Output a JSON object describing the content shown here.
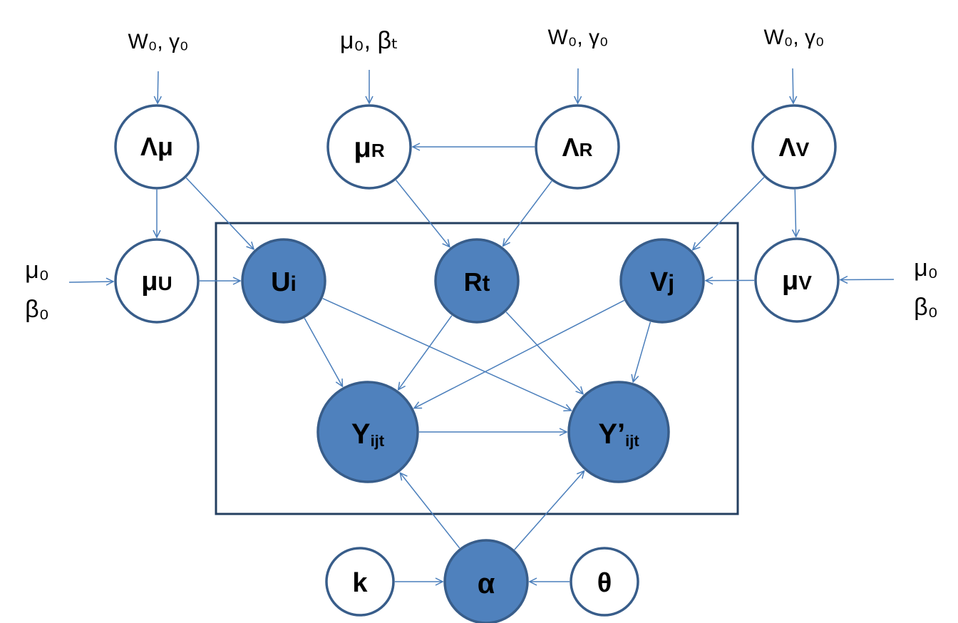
{
  "diagram": {
    "nodes": [
      {
        "id": "lambda_mu",
        "main": "Λμ",
        "sub": "",
        "observed": false
      },
      {
        "id": "mu_r",
        "main": "μ",
        "sub": "R",
        "observed": false
      },
      {
        "id": "lambda_r",
        "main": "Λ",
        "sub": "R",
        "observed": false
      },
      {
        "id": "lambda_v",
        "main": "Λ",
        "sub": "V",
        "observed": false
      },
      {
        "id": "mu_u",
        "main": "μ",
        "sub": "U",
        "observed": false
      },
      {
        "id": "u_i",
        "main": "U",
        "sub": "i",
        "observed": true
      },
      {
        "id": "r_t",
        "main": "R",
        "sub": "t",
        "observed": true
      },
      {
        "id": "v_j",
        "main": "V",
        "sub": "j",
        "observed": true
      },
      {
        "id": "mu_v",
        "main": "μ",
        "sub": "V",
        "observed": false
      },
      {
        "id": "y_ijt",
        "main": "Y",
        "sub": "ijt",
        "observed": true
      },
      {
        "id": "y_prime_ijt",
        "main": "Y’",
        "sub": "ijt",
        "observed": true
      },
      {
        "id": "k",
        "main": "k",
        "sub": "",
        "observed": false
      },
      {
        "id": "alpha",
        "main": "α",
        "sub": "",
        "observed": true
      },
      {
        "id": "theta",
        "main": "θ",
        "sub": "",
        "observed": false
      }
    ],
    "hyperparams": [
      {
        "id": "w0_gamma0_a",
        "text": "W₀, γ₀"
      },
      {
        "id": "mu0_betat",
        "text": "μ₀, βₜ"
      },
      {
        "id": "w0_gamma0_b",
        "text": "W₀, γ₀"
      },
      {
        "id": "w0_gamma0_c",
        "text": "W₀, γ₀"
      },
      {
        "id": "mu0_left",
        "text": "μ₀"
      },
      {
        "id": "beta0_left",
        "text": "β₀"
      },
      {
        "id": "mu0_right",
        "text": "μ₀"
      },
      {
        "id": "beta0_right",
        "text": "β₀"
      }
    ],
    "edges": [
      {
        "from": "w0_gamma0_a",
        "to": "lambda_mu"
      },
      {
        "from": "mu0_betat",
        "to": "mu_r"
      },
      {
        "from": "w0_gamma0_b",
        "to": "lambda_r"
      },
      {
        "from": "w0_gamma0_c",
        "to": "lambda_v"
      },
      {
        "from": "lambda_r",
        "to": "mu_r"
      },
      {
        "from": "lambda_mu",
        "to": "mu_u"
      },
      {
        "from": "lambda_mu",
        "to": "u_i"
      },
      {
        "from": "mu_r",
        "to": "r_t"
      },
      {
        "from": "lambda_r",
        "to": "r_t"
      },
      {
        "from": "lambda_v",
        "to": "v_j"
      },
      {
        "from": "lambda_v",
        "to": "mu_v"
      },
      {
        "from": "mu0_left",
        "to": "mu_u"
      },
      {
        "from": "mu_u",
        "to": "u_i"
      },
      {
        "from": "mu_v",
        "to": "v_j"
      },
      {
        "from": "mu0_right",
        "to": "mu_v"
      },
      {
        "from": "u_i",
        "to": "y_ijt"
      },
      {
        "from": "u_i",
        "to": "y_prime_ijt"
      },
      {
        "from": "r_t",
        "to": "y_ijt"
      },
      {
        "from": "r_t",
        "to": "y_prime_ijt"
      },
      {
        "from": "v_j",
        "to": "y_ijt"
      },
      {
        "from": "v_j",
        "to": "y_prime_ijt"
      },
      {
        "from": "y_ijt",
        "to": "y_prime_ijt"
      },
      {
        "from": "alpha",
        "to": "y_ijt"
      },
      {
        "from": "alpha",
        "to": "y_prime_ijt"
      },
      {
        "from": "k",
        "to": "alpha"
      },
      {
        "from": "theta",
        "to": "alpha"
      }
    ]
  },
  "colors": {
    "observed_fill": "#4f81bd",
    "node_stroke": "#385d8a",
    "edge": "#4a7ebb",
    "plate": "#243f60"
  }
}
